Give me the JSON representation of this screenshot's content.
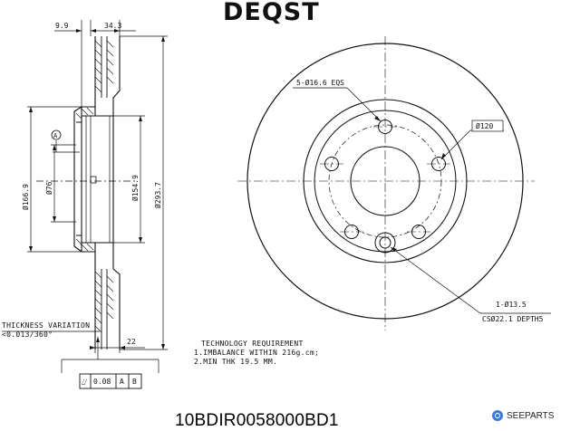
{
  "brand_logo": "DEQST",
  "part_code": "10BDIR0058000BD1",
  "source_brand": "SEEPARTS",
  "dimensions": {
    "top_left": "9.9",
    "top_width": "34.3",
    "dia_hub": "Ø166.9",
    "dia_bore": "Ø76",
    "dia_inner": "Ø154.9",
    "dia_outer": "Ø293.7",
    "thickness": "22",
    "holes": "5-Ø16.6 EQS",
    "pcd": "Ø120",
    "extra_hole": "1-Ø13.5",
    "counter_sink": "CSØ22.1 DEPTH5"
  },
  "datum_a": "A",
  "thickness_variation": {
    "title": "THICKNESS VARIATION",
    "value": "<0.013/360°"
  },
  "tolerance_frame": {
    "symbol": "⌰",
    "value": "0.08",
    "ref1": "A",
    "ref2": "B"
  },
  "technology": {
    "title": "TECHNOLOGY REQUIREMENT",
    "line1": "1.IMBALANCE WITHIN 216g.cm;",
    "line2": "2.MIN THK 19.5 MM."
  }
}
